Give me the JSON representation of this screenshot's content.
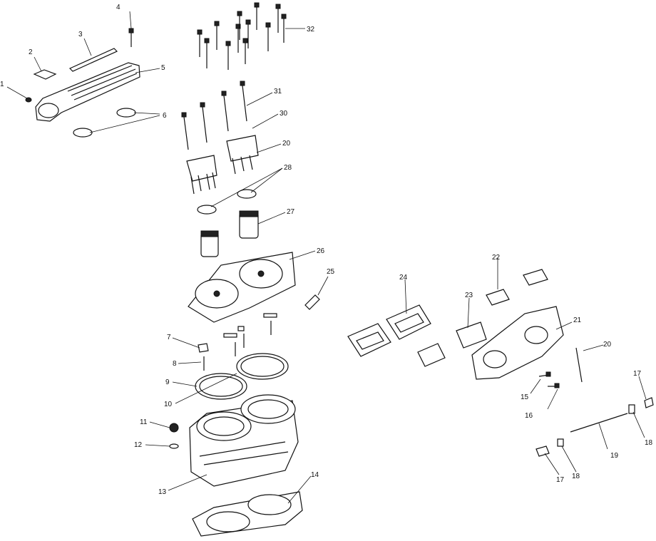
{
  "callouts": [
    {
      "id": "c1",
      "text": "1"
    },
    {
      "id": "c2",
      "text": "2"
    },
    {
      "id": "c3",
      "text": "3"
    },
    {
      "id": "c4",
      "text": "4"
    },
    {
      "id": "c5",
      "text": "5"
    },
    {
      "id": "c6",
      "text": "6"
    },
    {
      "id": "c7",
      "text": "7"
    },
    {
      "id": "c8",
      "text": "8"
    },
    {
      "id": "c9",
      "text": "9"
    },
    {
      "id": "c10",
      "text": "10"
    },
    {
      "id": "c11",
      "text": "11"
    },
    {
      "id": "c12",
      "text": "12"
    },
    {
      "id": "c13",
      "text": "13"
    },
    {
      "id": "c14",
      "text": "14"
    },
    {
      "id": "c15",
      "text": "15"
    },
    {
      "id": "c16",
      "text": "16"
    },
    {
      "id": "c17a",
      "text": "17"
    },
    {
      "id": "c17b",
      "text": "17"
    },
    {
      "id": "c18a",
      "text": "18"
    },
    {
      "id": "c18b",
      "text": "18"
    },
    {
      "id": "c19",
      "text": "19"
    },
    {
      "id": "c20a",
      "text": "20"
    },
    {
      "id": "c20b",
      "text": "20"
    },
    {
      "id": "c21",
      "text": "21"
    },
    {
      "id": "c22",
      "text": "22"
    },
    {
      "id": "c23",
      "text": "23"
    },
    {
      "id": "c24",
      "text": "24"
    },
    {
      "id": "c25",
      "text": "25"
    },
    {
      "id": "c26",
      "text": "26"
    },
    {
      "id": "c27",
      "text": "27"
    },
    {
      "id": "c28",
      "text": "28"
    },
    {
      "id": "c30",
      "text": "30"
    },
    {
      "id": "c31",
      "text": "31"
    },
    {
      "id": "c32",
      "text": "32"
    }
  ]
}
